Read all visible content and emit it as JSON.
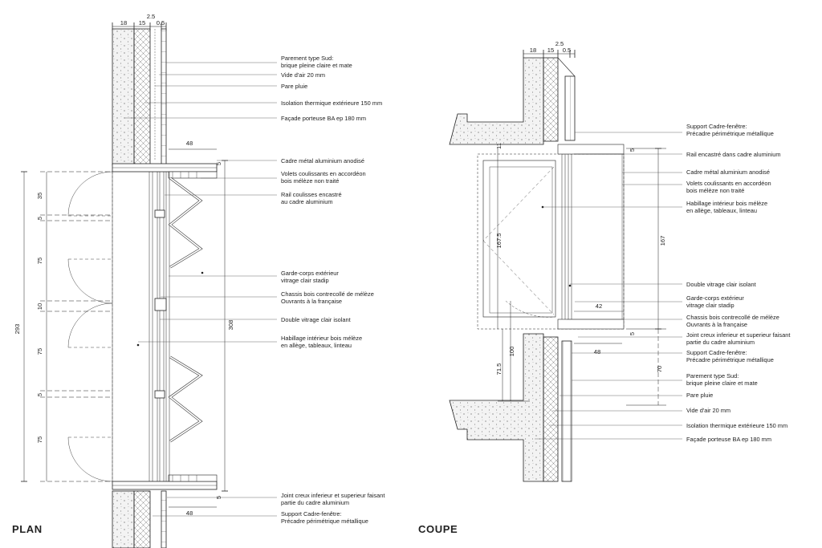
{
  "plan": {
    "title": "PLAN",
    "top_dims": [
      "18",
      "15",
      "2.5",
      "0.5"
    ],
    "left_dims": [
      "35",
      "5",
      "75",
      "10",
      "75",
      "5",
      "75"
    ],
    "total_dim": "293",
    "height_dim": "308",
    "frame_dims": [
      "48",
      "5",
      "5",
      "48"
    ],
    "labels": [
      "Parement type Sud:",
      "brique pleine claire et mate",
      "Vide d'air 20 mm",
      "Pare pluie",
      "Isolation thermique extérieure 150 mm",
      "Façade porteuse BA ep 180 mm",
      "Cadre métal aluminium anodisé",
      "Volets coulissants en accordéon",
      "bois mélèze non traité",
      "Rail coulisses encastré",
      "au cadre aluminium",
      "Garde-corps extérieur",
      "vitrage clair stadip",
      "Chassis bois contrecollé de mélèze",
      "Ouvrants à la française",
      "Double vitrage clair isolant",
      "Habillage intérieur bois mélèze",
      "en allège, tableaux, linteau",
      "Joint creux inferieur et superieur faisant",
      "partie du cadre aluminium",
      "Support Cadre-fenêtre:",
      "Précadre périmétrique métallique"
    ]
  },
  "coupe": {
    "title": "COUPE",
    "top_dims": [
      "18",
      "15",
      "2.5",
      "0.5"
    ],
    "vertical_dims": [
      "11",
      "167.5",
      "100",
      "71.5",
      "167",
      "70"
    ],
    "frame_dims": [
      "5",
      "5",
      "42",
      "48"
    ],
    "labels": [
      "Support Cadre-fenêtre:",
      "Précadre périmétrique métallique",
      "Rail encastré dans cadre aluminium",
      "Cadre métal aluminium anodisé",
      "Volets coulissants en accordéon",
      "bois mélèze non traité",
      "Habillage intérieur bois mélèze",
      "en allège, tableaux, linteau",
      "Double vitrage clair isolant",
      "Garde-corps extérieur",
      "vitrage clair stadip",
      "Chassis bois contrecollé de mélèze",
      "Ouvrants à la française",
      "Joint creux inferieur et superieur faisant",
      "partie du cadre aluminium",
      "Support Cadre-fenêtre:",
      "Précadre périmétrique métallique",
      "Parement type Sud:",
      "brique pleine claire et mate",
      "Pare pluie",
      "Vide d'air 20 mm",
      "Isolation thermique extérieure 150 mm",
      "Façade porteuse BA ep 180 mm"
    ]
  },
  "colors": {
    "ink": "#222222",
    "concrete": "#f1f1f1",
    "paper": "#ffffff"
  }
}
